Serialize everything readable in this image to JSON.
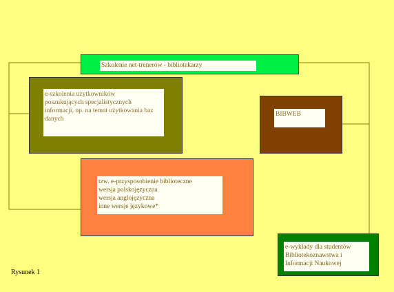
{
  "colors": {
    "background": "#ffff80",
    "title_box": "#00ee44",
    "olive_box": "#808000",
    "brown_box": "#804000",
    "orange_box": "#ff8040",
    "dark_green_box": "#008000",
    "connector": "#808000",
    "text_primary": "#806010",
    "text_secondary": "#8b6a2a"
  },
  "diagram": {
    "title": "Szkolenie net-trenerów - bibliotekarzy",
    "nodes": {
      "user_training": {
        "lines": [
          "e-szkolenia użytkowników",
          "poszukujących specjalistycznych",
          "informacji, np. na temat użytkowania baz",
          "danych"
        ]
      },
      "bibweb": {
        "lines": [
          "BIBWEB"
        ]
      },
      "library_adaptation": {
        "lines": [
          "tzw. e-przysposobienie biblioteczne",
          "wersja polskojęzyczna",
          "wersja anglojęzyczna",
          "inne wersje językowe*"
        ]
      },
      "student_lectures": {
        "lines": [
          "e-wykłady dla studentów",
          "Bibliotekoznawstwa i",
          "Informacji Naukowej"
        ]
      }
    },
    "figure_label": "Rysunek 1"
  }
}
